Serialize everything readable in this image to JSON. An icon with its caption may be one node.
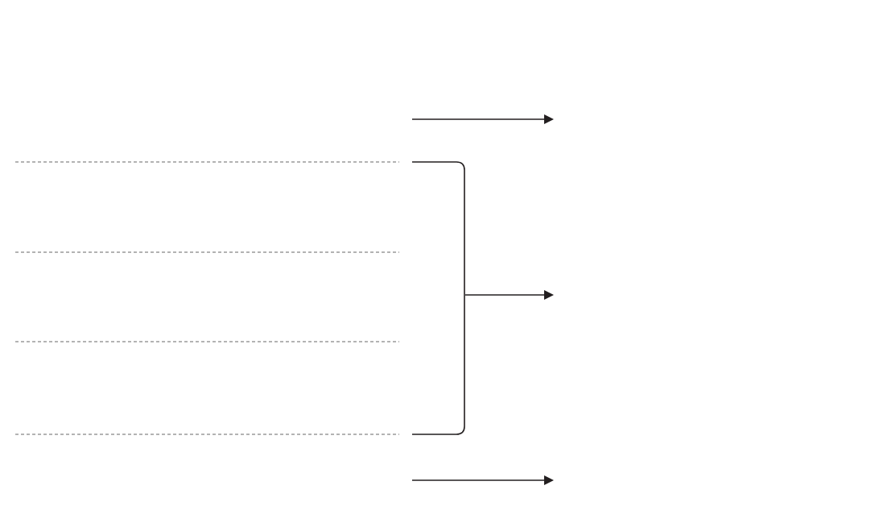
{
  "diagram": {
    "nodes": [
      {
        "text": [],
        "shape": "arrow"
      },
      {
        "text": [],
        "shape": "arrow"
      },
      {
        "text": [],
        "shape": "arrow"
      }
    ]
  }
}
